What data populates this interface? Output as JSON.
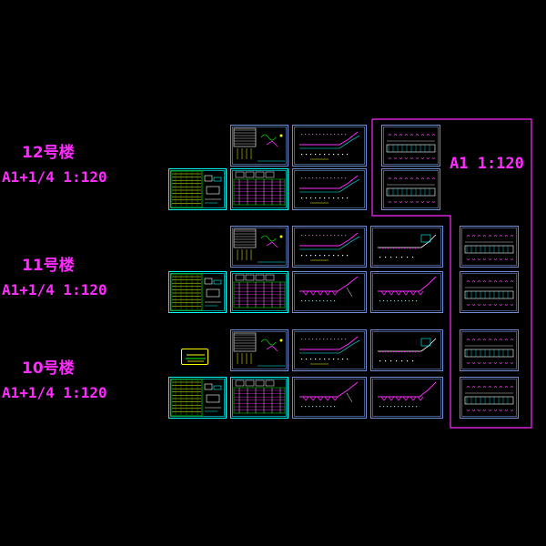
{
  "buildings": [
    {
      "title": "12号楼",
      "scale": "A1+1/4   1:120"
    },
    {
      "title": "11号楼",
      "scale": "A1+1/4   1:120"
    },
    {
      "title": "10号楼",
      "scale": "A1+1/4   1:120"
    }
  ],
  "group_scale": "A1  1:120",
  "colors": {
    "background": "#000000",
    "label": "#ff2bff",
    "frame_cyan": "#00ffff",
    "frame_blue": "#6f8fd8",
    "frame_green": "#00c800",
    "frame_yellow": "#ffff00",
    "group_border": "#ff2bff"
  }
}
